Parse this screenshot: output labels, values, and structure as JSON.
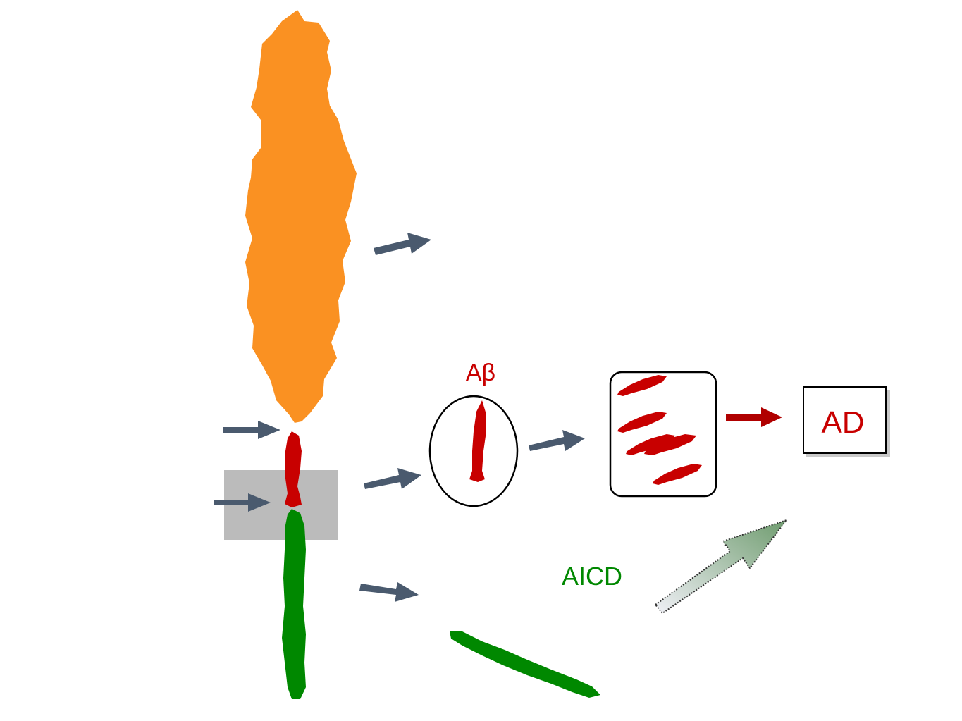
{
  "labels": {
    "abeta": "Aβ",
    "ad": "AD",
    "aicd": "AICD"
  },
  "colors": {
    "ectodomain": "#fa9122",
    "abeta": "#c80000",
    "aicd": "#008800",
    "arrow": "#4a5a6e",
    "membrane": "#bbbbbb",
    "ad_arrow": "#b00000",
    "gradient_arrow_start": "#eeeef4",
    "gradient_arrow_end": "#6a9a6a"
  }
}
